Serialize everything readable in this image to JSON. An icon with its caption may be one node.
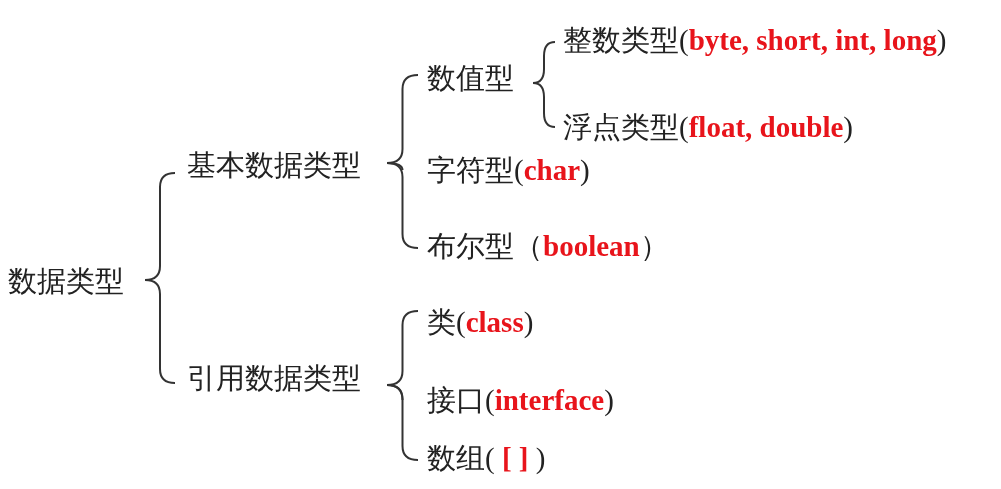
{
  "diagram": {
    "nodes": [
      {
        "text": [
          "数据类型"
        ]
      },
      {
        "text": [
          "基本数据类型"
        ]
      },
      {
        "text": [
          "数值型"
        ]
      },
      {
        "text": [
          "整数类型(**byte, short, int, long**)"
        ]
      },
      {
        "text": [
          "浮点类型(**float, double**)"
        ]
      },
      {
        "text": [
          "字符型(**char**)"
        ]
      },
      {
        "text": [
          "布尔型（**boolean**）"
        ]
      },
      {
        "text": [
          "引用数据类型"
        ]
      },
      {
        "text": [
          "类(**class**)"
        ]
      },
      {
        "text": [
          "接口(**interface**)"
        ]
      },
      {
        "text": [
          "数组( **[ ]** )"
        ]
      }
    ],
    "edges": [
      {
        "from": 0,
        "to": 1,
        "arrow": "none"
      },
      {
        "from": 0,
        "to": 7,
        "arrow": "none"
      },
      {
        "from": 1,
        "to": 2,
        "arrow": "none"
      },
      {
        "from": 1,
        "to": 5,
        "arrow": "none"
      },
      {
        "from": 1,
        "to": 6,
        "arrow": "none"
      },
      {
        "from": 2,
        "to": 3,
        "arrow": "none"
      },
      {
        "from": 2,
        "to": 4,
        "arrow": "none"
      },
      {
        "from": 7,
        "to": 8,
        "arrow": "none"
      },
      {
        "from": 7,
        "to": 9,
        "arrow": "none"
      },
      {
        "from": 7,
        "to": 10,
        "arrow": "none"
      }
    ]
  }
}
